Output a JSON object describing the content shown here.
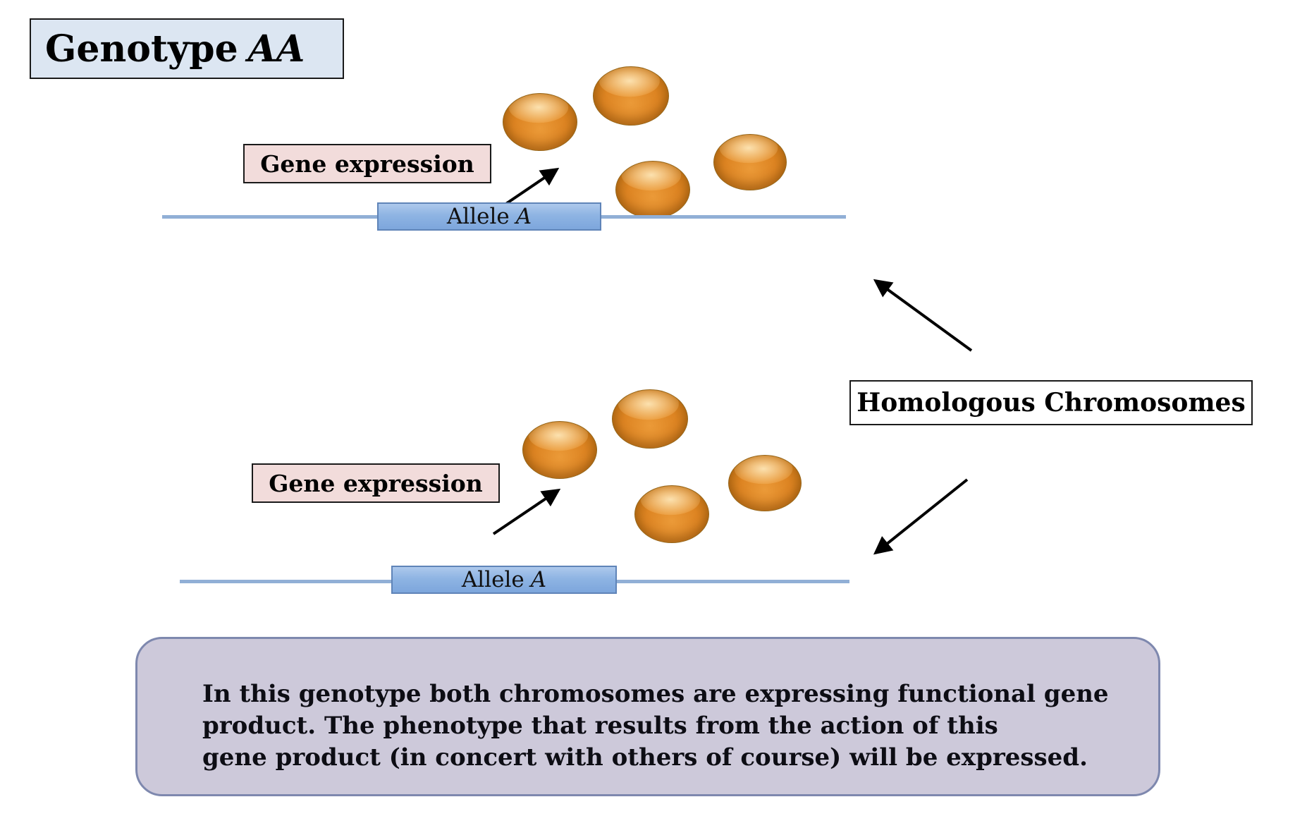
{
  "title": {
    "text": "Genotype",
    "genotype": "AA"
  },
  "top_chromosome": {
    "gene_expression_label": "Gene expression",
    "allele_label": "Allele",
    "allele_name": "A"
  },
  "bottom_chromosome": {
    "gene_expression_label": "Gene expression",
    "allele_label": "Allele",
    "allele_name": "A"
  },
  "homologous_label": "Homologous Chromosomes",
  "caption": {
    "lines": [
      "In this genotype both chromosomes are expressing functional gene",
      "product. The phenotype that results from the action of this",
      "gene product (in concert with others of course) will be expressed."
    ]
  },
  "colors": {
    "title_box_fill": "#dce6f2",
    "gene_expression_fill": "#f2dcdb",
    "allele_fill": "#8eb4e3",
    "chromosome_line": "#91afd6",
    "gene_product_orange": "#dd8422",
    "caption_fill": "#cdc9da",
    "caption_border": "#7e88ae",
    "arrow": "#000000"
  }
}
